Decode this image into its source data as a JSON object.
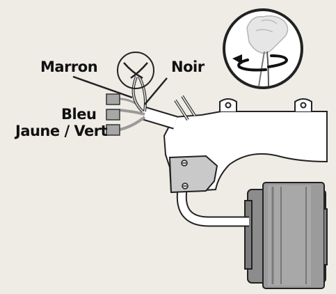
{
  "labels": {
    "marron": "Marron",
    "noir": "Noir",
    "bleu": "Bleu",
    "jaune_vert": "Jaune / Vert"
  },
  "icons": {
    "inset": "twist-wires-hand-icon",
    "rotate": "rotate-arrow-icon"
  },
  "colors": {
    "background": "#efece6",
    "outline": "#222222",
    "housing": "#ffffff",
    "terminal": "#9a9a9a",
    "motor": "#8c8c8c"
  }
}
